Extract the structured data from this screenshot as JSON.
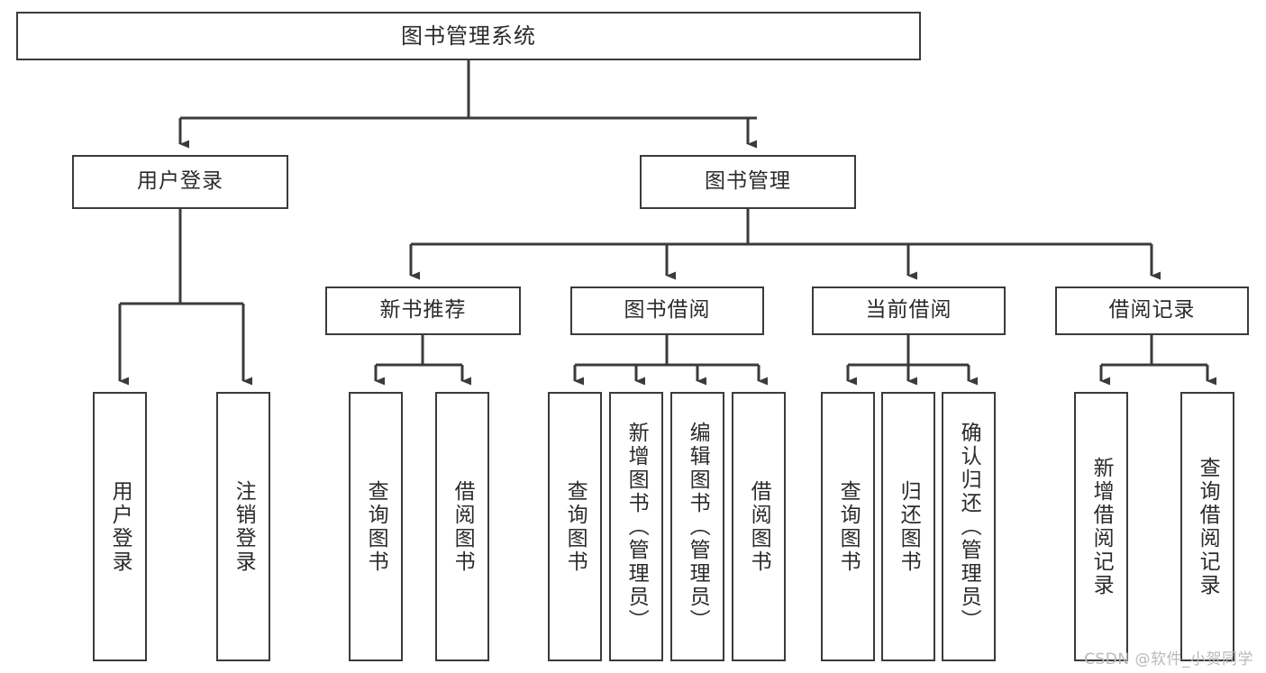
{
  "diagram": {
    "title": "图书管理系统",
    "type": "tree-hierarchy-diagram",
    "colors": {
      "box_border": "#3b3b3b",
      "box_fill": "#ffffff",
      "connector": "#3b3b3b",
      "text": "#2b2b2b",
      "watermark": "#b9b9b9",
      "background": "#ffffff"
    },
    "root": {
      "label": "图书管理系统"
    },
    "level2": [
      {
        "label": "用户登录"
      },
      {
        "label": "图书管理"
      }
    ],
    "level3": [
      {
        "label": "新书推荐"
      },
      {
        "label": "图书借阅"
      },
      {
        "label": "当前借阅"
      },
      {
        "label": "借阅记录"
      }
    ],
    "leaves": [
      {
        "label": "用户登录"
      },
      {
        "label": "注销登录"
      },
      {
        "label": "查询图书"
      },
      {
        "label": "借阅图书"
      },
      {
        "label": "查询图书"
      },
      {
        "label": "新增图书（管理员）"
      },
      {
        "label": "编辑图书（管理员）"
      },
      {
        "label": "借阅图书"
      },
      {
        "label": "查询图书"
      },
      {
        "label": "归还图书"
      },
      {
        "label": "确认归还（管理员）"
      },
      {
        "label": "新增借阅记录"
      },
      {
        "label": "查询借阅记录"
      }
    ]
  },
  "watermark": {
    "text": "CSDN @软件_小贺同学"
  }
}
